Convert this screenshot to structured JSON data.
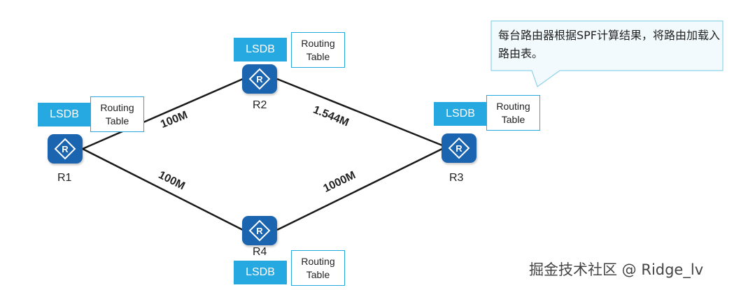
{
  "routers": [
    {
      "id": "r1",
      "label": "R1"
    },
    {
      "id": "r2",
      "label": "R2"
    },
    {
      "id": "r3",
      "label": "R3"
    },
    {
      "id": "r4",
      "label": "R4"
    }
  ],
  "router_icon_letter": "R",
  "lsdb_label": "LSDB",
  "routing_table": {
    "line1": "Routing",
    "line2": "Table"
  },
  "links": [
    {
      "from": "R1",
      "to": "R2",
      "bandwidth": "100M"
    },
    {
      "from": "R2",
      "to": "R3",
      "bandwidth": "1.544M"
    },
    {
      "from": "R1",
      "to": "R4",
      "bandwidth": "100M"
    },
    {
      "from": "R4",
      "to": "R3",
      "bandwidth": "1000M"
    }
  ],
  "callout": {
    "text": "每台路由器根据SPF计算结果，将路由加载入路由表。"
  },
  "watermark": "掘金技术社区 @ Ridge_lv",
  "colors": {
    "router": "#1b64b0",
    "lsdb": "#25a9e0",
    "table_border": "#25a9e0",
    "callout_fill": "#f2fafd",
    "callout_border": "#8fd3ea"
  }
}
